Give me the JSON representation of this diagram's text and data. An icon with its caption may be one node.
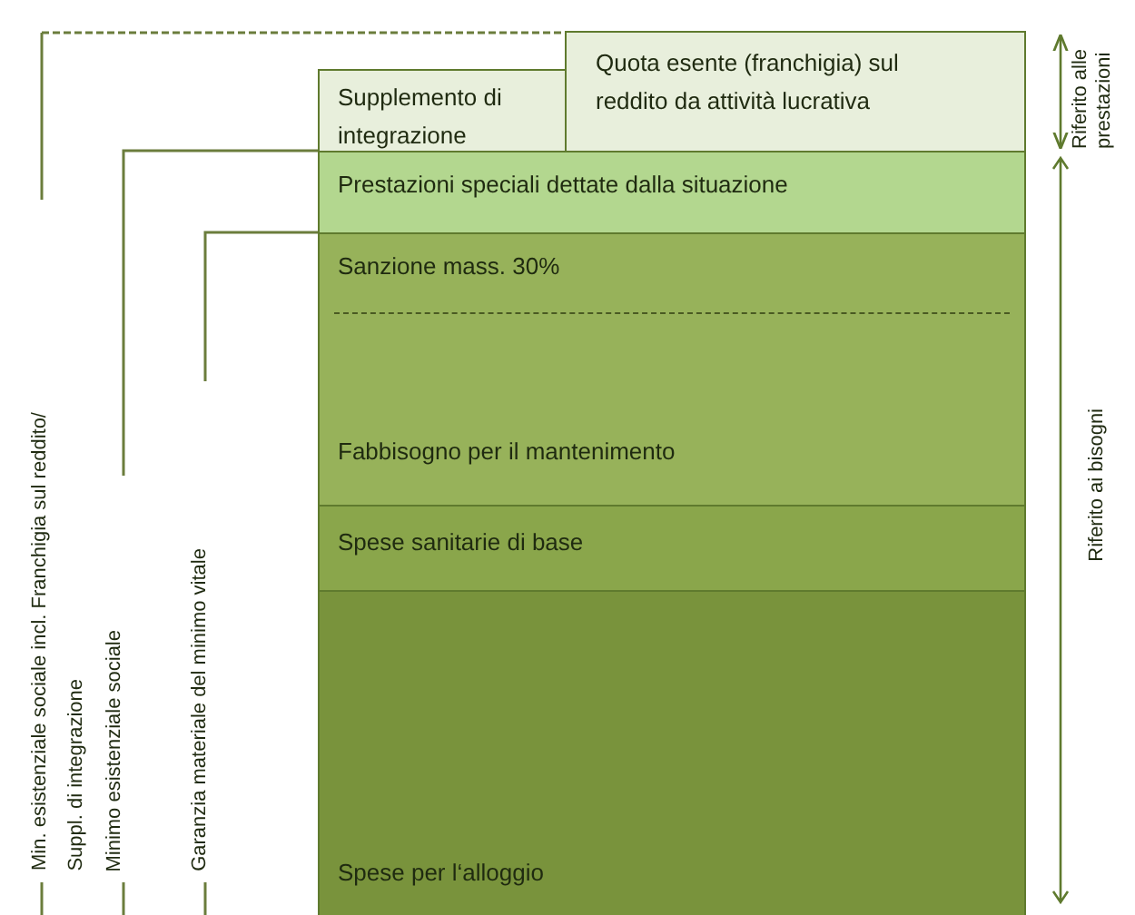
{
  "diagram": {
    "nodes": [
      {
        "text": [
          "Supplemento di integrazione"
        ]
      },
      {
        "text": [
          "Quota esente (franchigia) sul reddito da attività lucrativa"
        ]
      },
      {
        "text": [
          "Prestazioni speciali dettate dalla situazione"
        ]
      },
      {
        "text": [
          "Sanzione mass. 30%",
          "Fabbisogno per il mantenimento"
        ]
      },
      {
        "text": [
          "Spese sanitarie di base"
        ]
      },
      {
        "text": [
          "Spese per l‘alloggio"
        ]
      }
    ],
    "labels": [
      "Min. esistenziale sociale incl. Franchigia sul reddito/",
      "Suppl. di integrazione",
      "Minimo esistenziale sociale",
      "Garanzia materiale del minimo vitale",
      "Riferito alle prestazioni",
      "Riferito ai bisogni"
    ]
  }
}
